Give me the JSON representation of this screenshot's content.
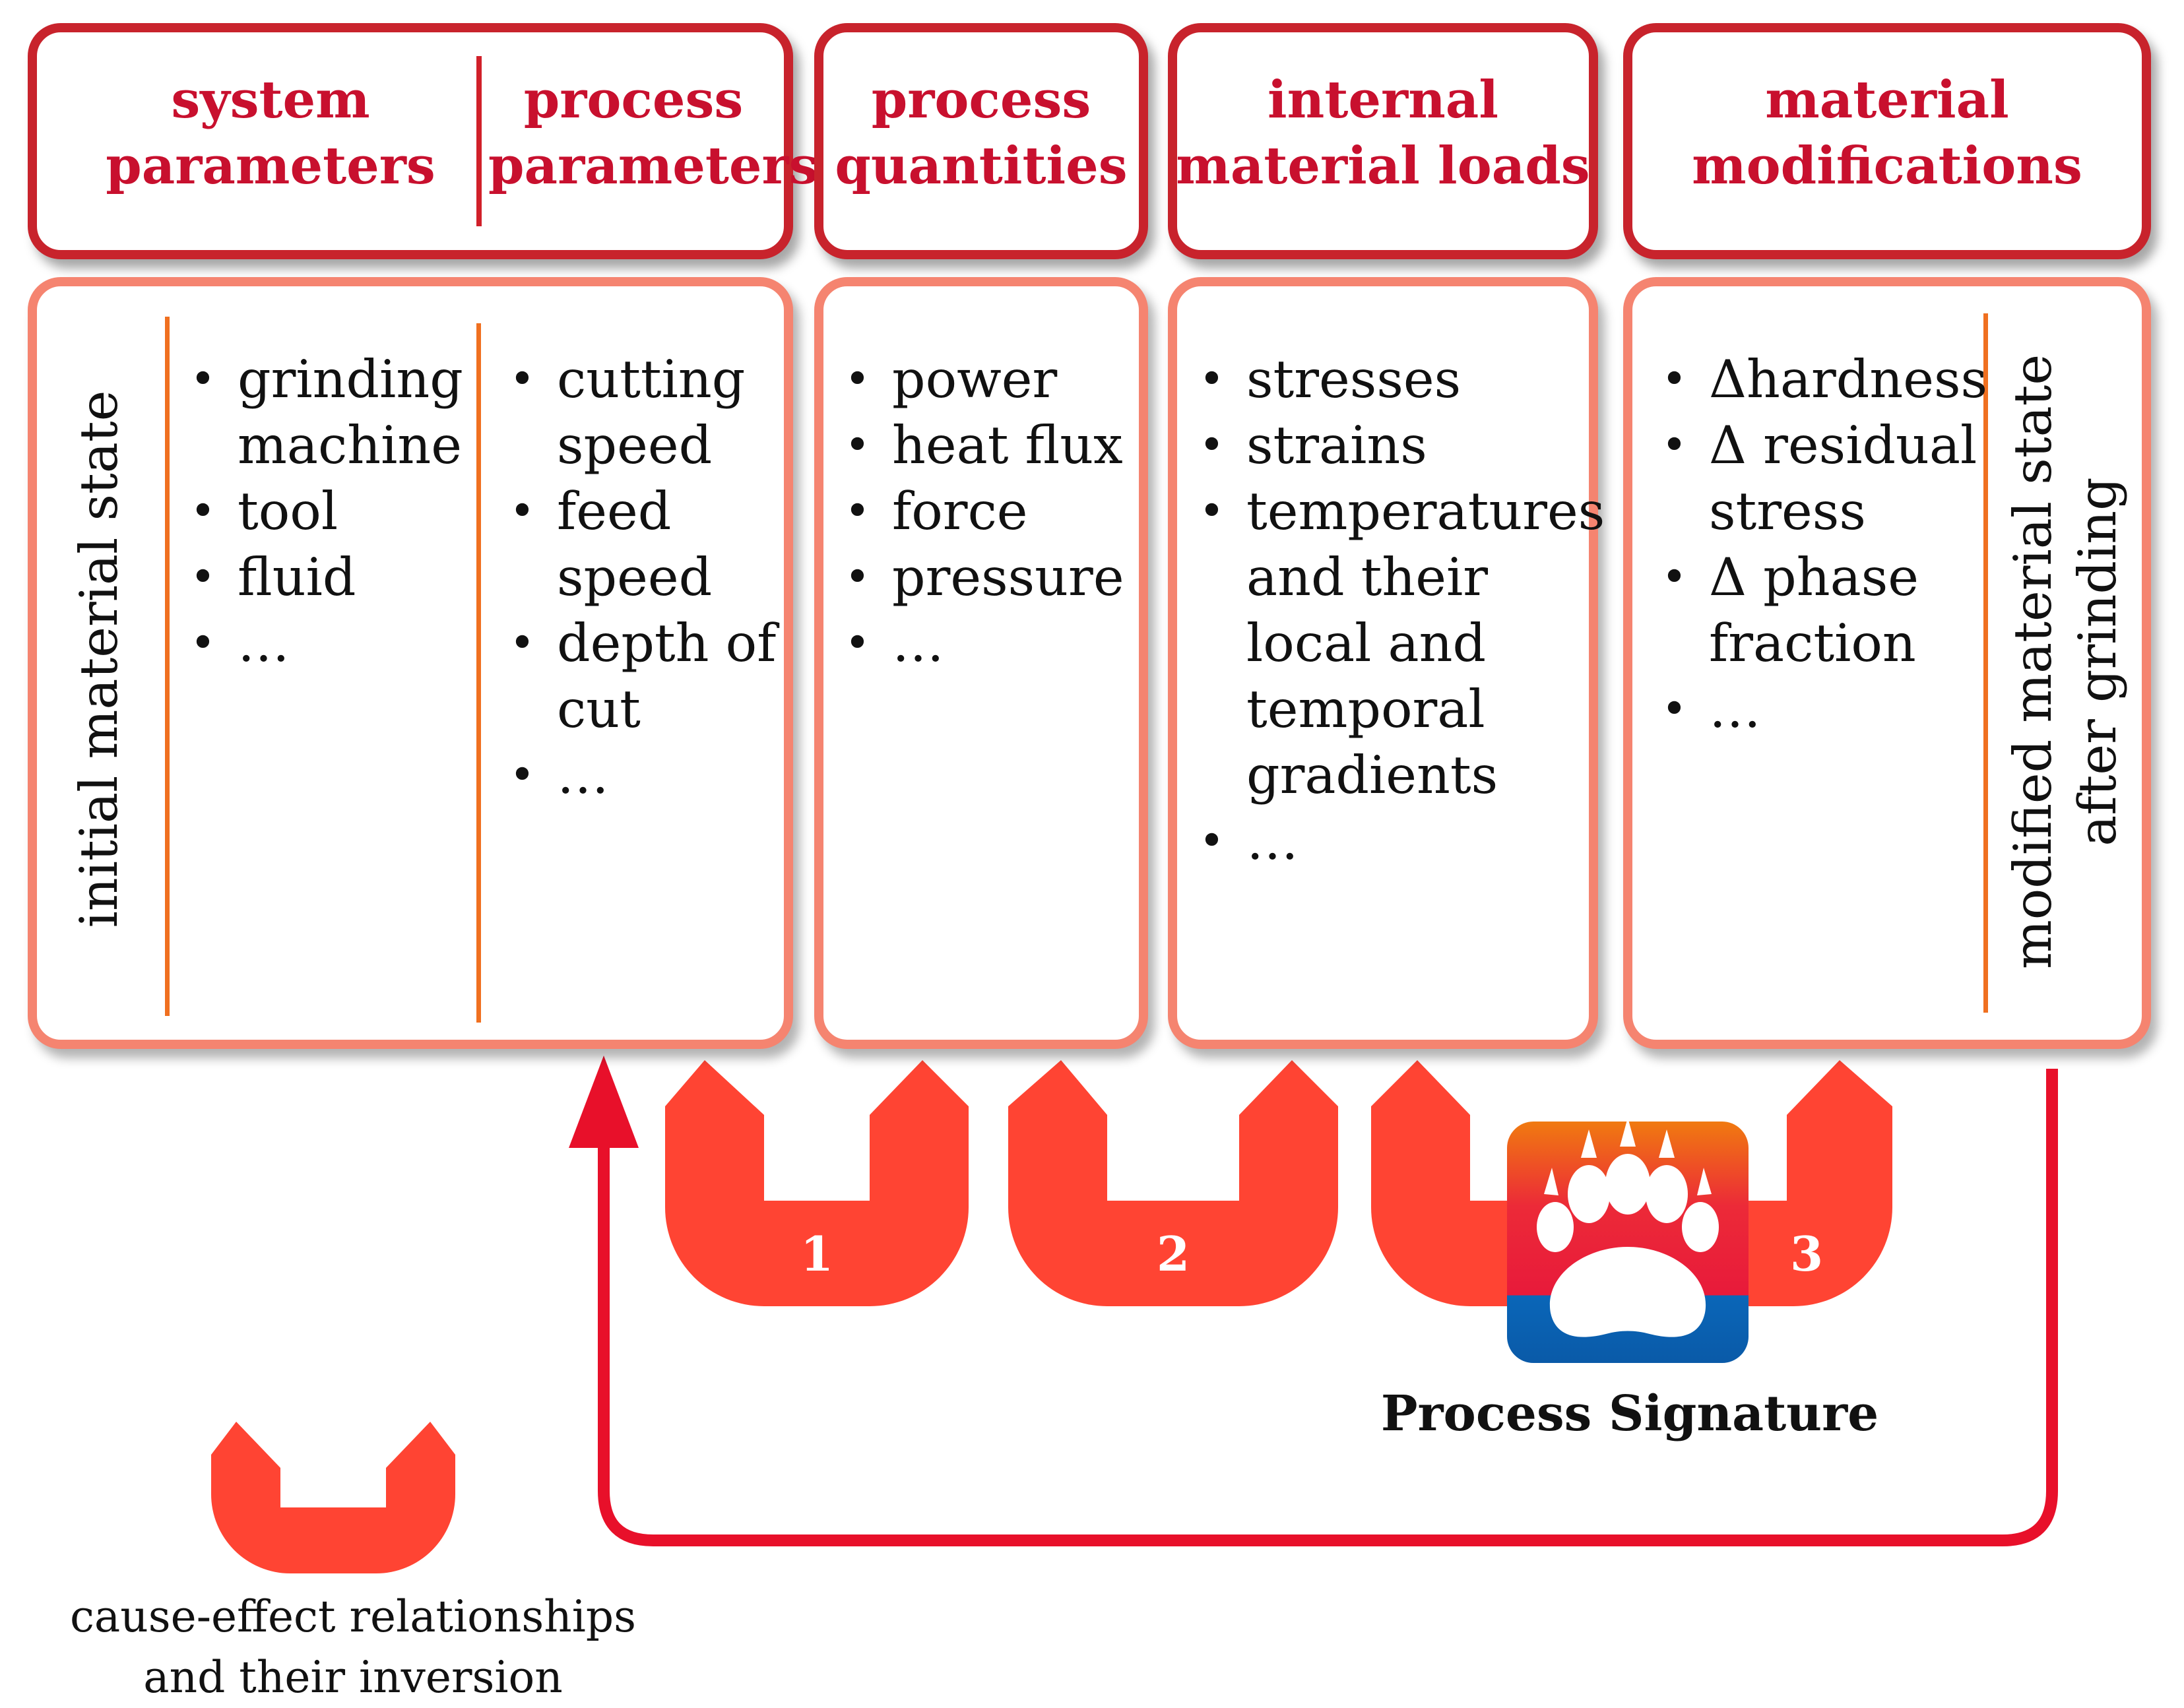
{
  "headers": {
    "system_parameters": "system\nparameters",
    "process_parameters": "process\nparameters",
    "process_quantities": "process\nquantities",
    "internal_material_loads": "internal\nmaterial loads",
    "material_modifications": "material\nmodifications"
  },
  "side_labels": {
    "initial": "initial material state",
    "modified": "modified material state\nafter grinding"
  },
  "lists": {
    "system_parameters": [
      "grinding\nmachine",
      "tool",
      "fluid",
      "…"
    ],
    "process_parameters": [
      "cutting\nspeed",
      "feed\nspeed",
      "depth of\ncut",
      "…"
    ],
    "process_quantities": [
      "power",
      "heat flux",
      "force",
      "pressure",
      "…"
    ],
    "internal_material_loads": [
      "stresses",
      "strains",
      "temperatures\nand their\nlocal and\ntemporal\ngradients",
      "…"
    ],
    "material_modifications": [
      "Δhardness",
      "Δ residual\nstress",
      "Δ phase\nfraction",
      "…"
    ]
  },
  "relationships": [
    "1",
    "2",
    "3"
  ],
  "logo_label": "Process Signature",
  "legend_caption": "cause-effect relationships\nand their inversion",
  "colors": {
    "header_border": "#c8232c",
    "header_text": "#c8102e",
    "body_border": "#f58470",
    "separator": "#f07020",
    "connector": "#ff4433",
    "feedback_arrow": "#e8102a",
    "logo_top": "#f07a10",
    "logo_middle": "#e81a3a",
    "logo_bottom": "#0a66b8"
  },
  "icons": {
    "connector": "u-shaped-connector-icon",
    "logo": "bear-paw-logo-icon",
    "arrow": "feedback-arrow-icon"
  }
}
